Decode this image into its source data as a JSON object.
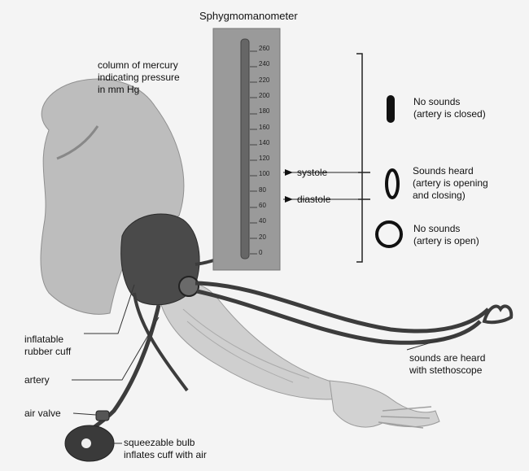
{
  "title": "Sphygmomanometer",
  "labels": {
    "mercury": [
      "column of mercury",
      "indicating pressure",
      "in mm Hg"
    ],
    "systole": "systole",
    "diastole": "diastole",
    "no_sounds_closed": [
      "No sounds",
      "(artery is closed)"
    ],
    "sounds_heard": [
      "Sounds heard",
      "(artery is opening",
      "and closing)"
    ],
    "no_sounds_open": [
      "No sounds",
      "(artery is open)"
    ],
    "cuff": [
      "inflatable",
      "rubber cuff"
    ],
    "artery": "artery",
    "air_valve": "air valve",
    "bulb": [
      "squeezable bulb",
      "inflates cuff with air"
    ],
    "stethoscope": [
      "sounds are heard",
      "with stethoscope"
    ]
  },
  "gauge_scale": [
    "260",
    "240",
    "220",
    "200",
    "180",
    "160",
    "140",
    "120",
    "100",
    "80",
    "60",
    "40",
    "20",
    "0"
  ],
  "colors": {
    "gauge_bg": "#9a9a9a",
    "cuff": "#4a4a4a",
    "skin": "#c9c9c9",
    "tube": "#3c3c3c"
  }
}
